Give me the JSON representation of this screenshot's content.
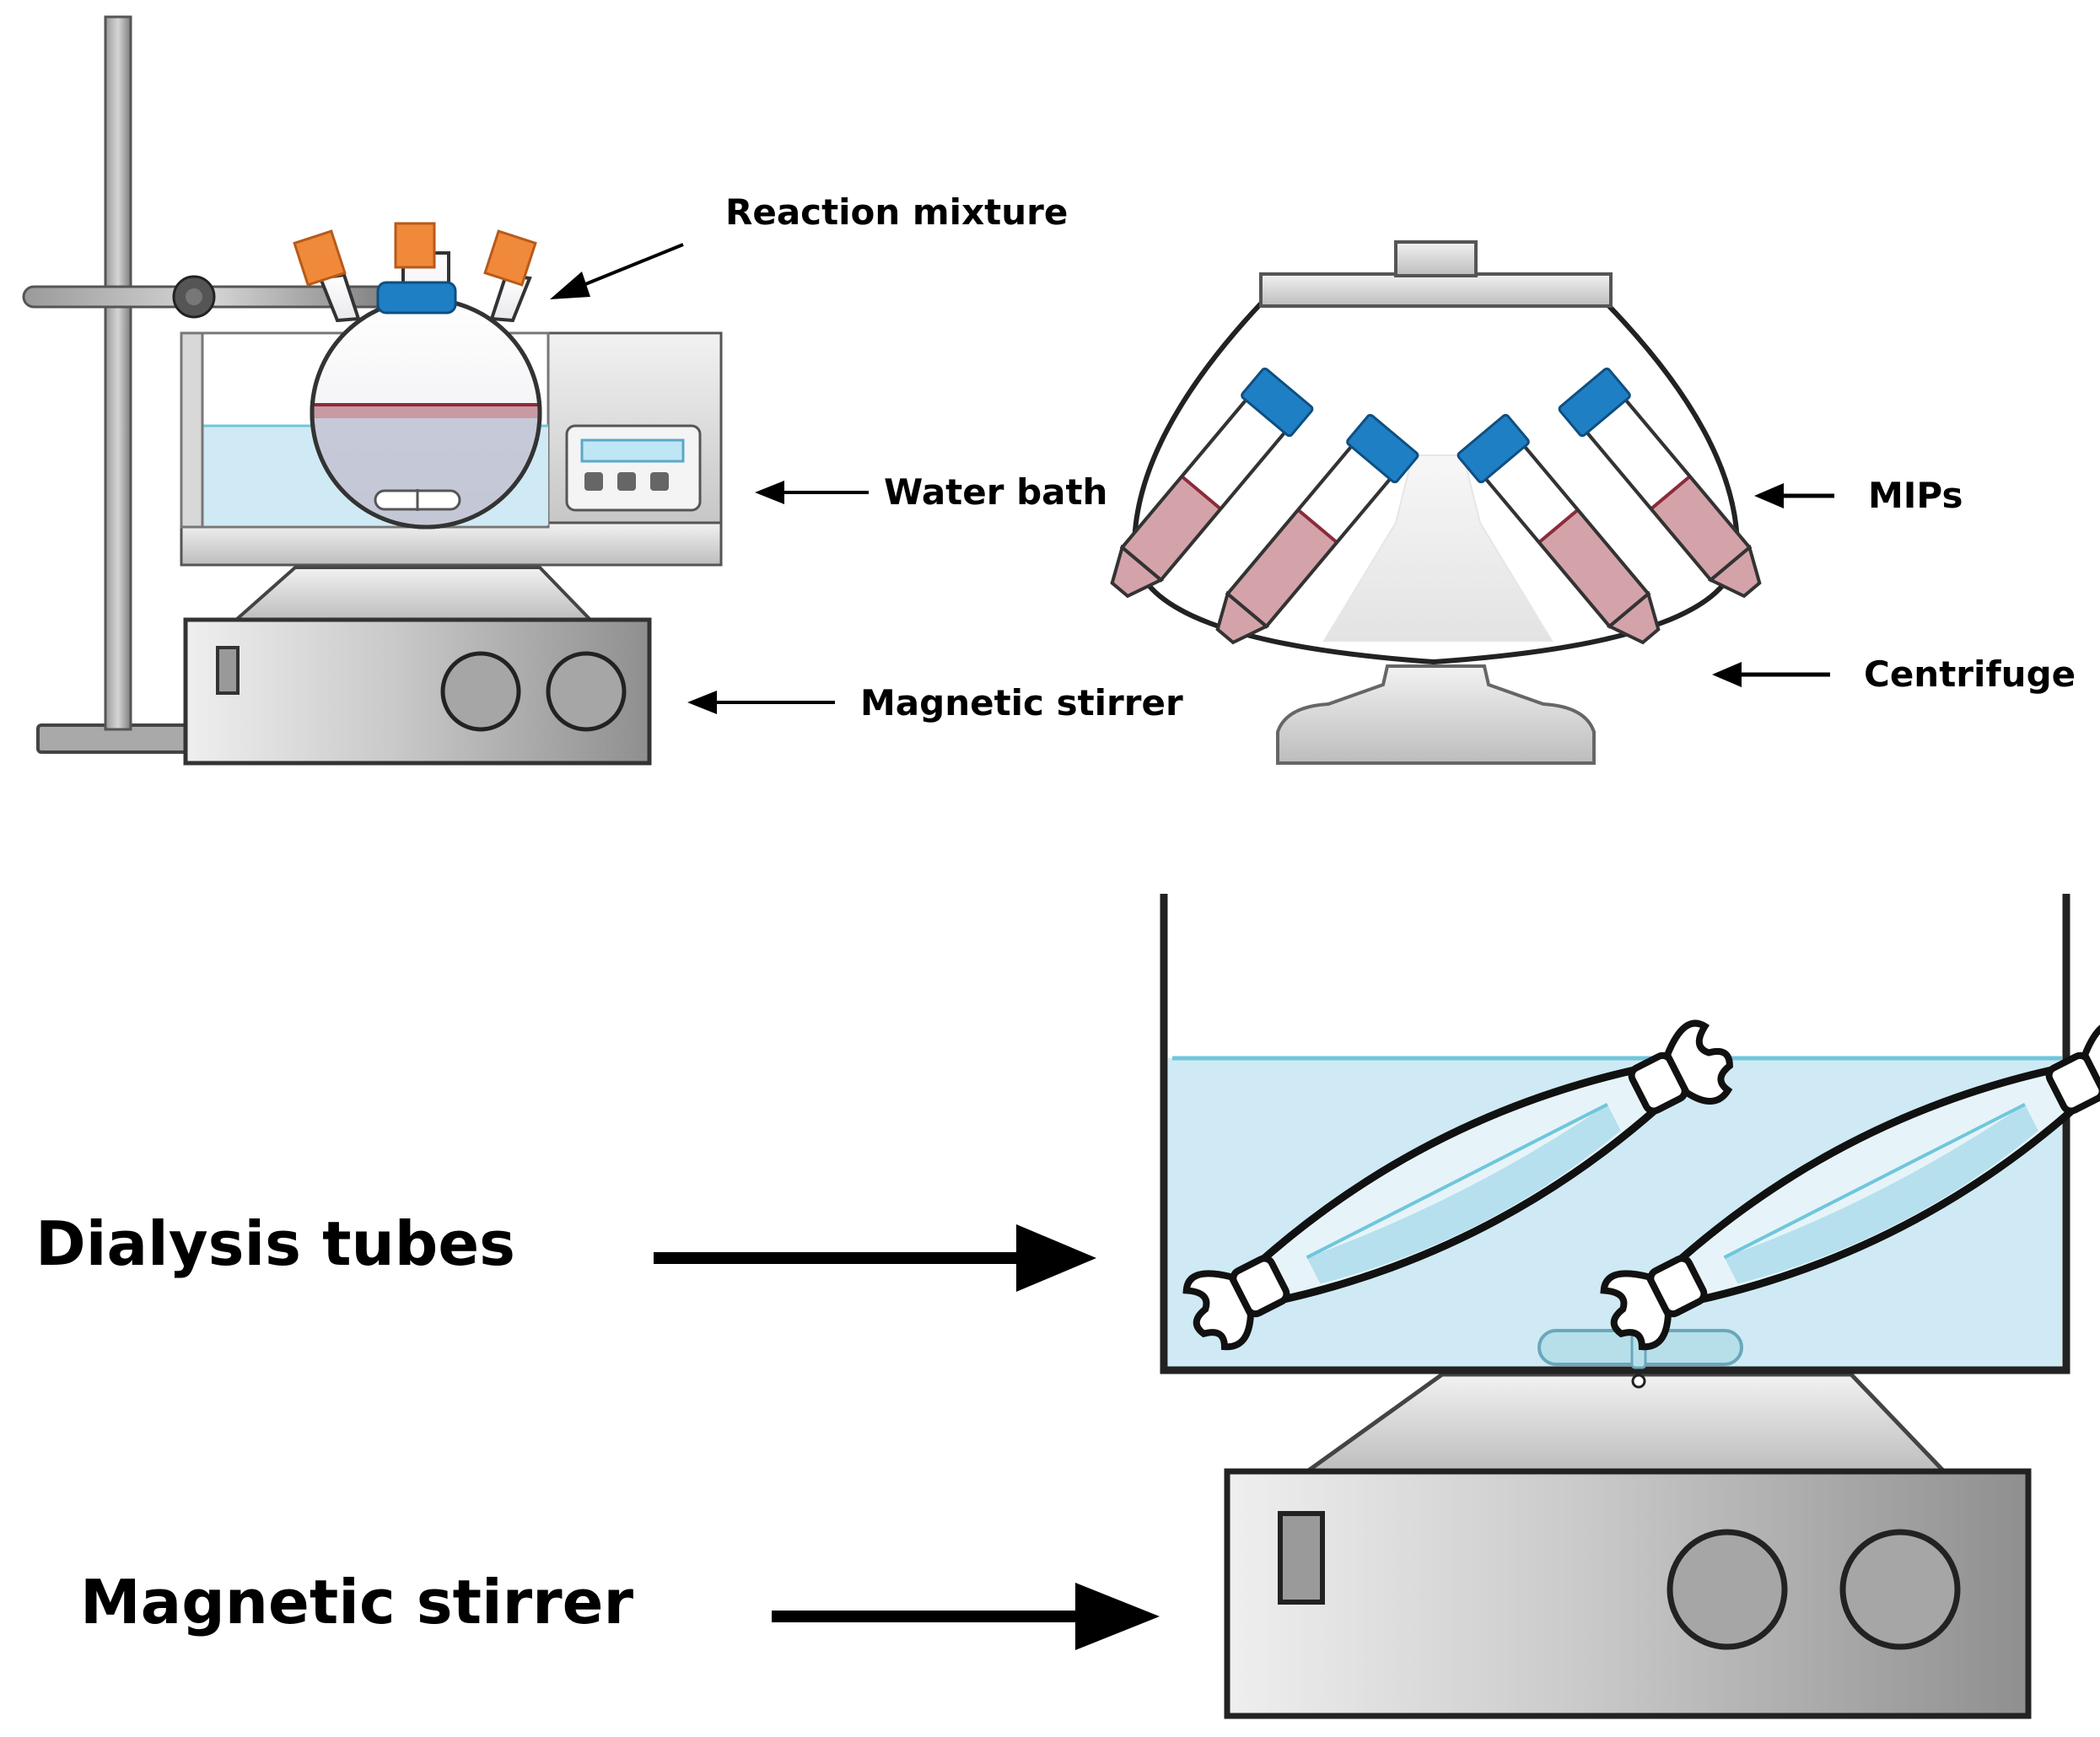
{
  "labels": {
    "reaction_mixture": "Reaction mixture",
    "water_bath": "Water bath",
    "magnetic_stirrer_top": "Magnetic stirrer",
    "mips": "MIPs",
    "centrifuge": "Centrifuge",
    "dialysis_tubes": "Dialysis tubes",
    "magnetic_stirrer_bottom": "Magnetic stirrer"
  },
  "colors": {
    "stopper_orange": "#f08a3a",
    "cap_blue": "#1f7fc4",
    "water_blue": "#cfeaf4",
    "water_line": "#6fc6dc",
    "liquid_pink": "#d4a3aa",
    "liquid_line": "#8b2c3b",
    "metal_light": "#e2e2e2",
    "metal_mid": "#bdbdbd",
    "metal_dark": "#8e8e8e",
    "outline": "#222222"
  }
}
